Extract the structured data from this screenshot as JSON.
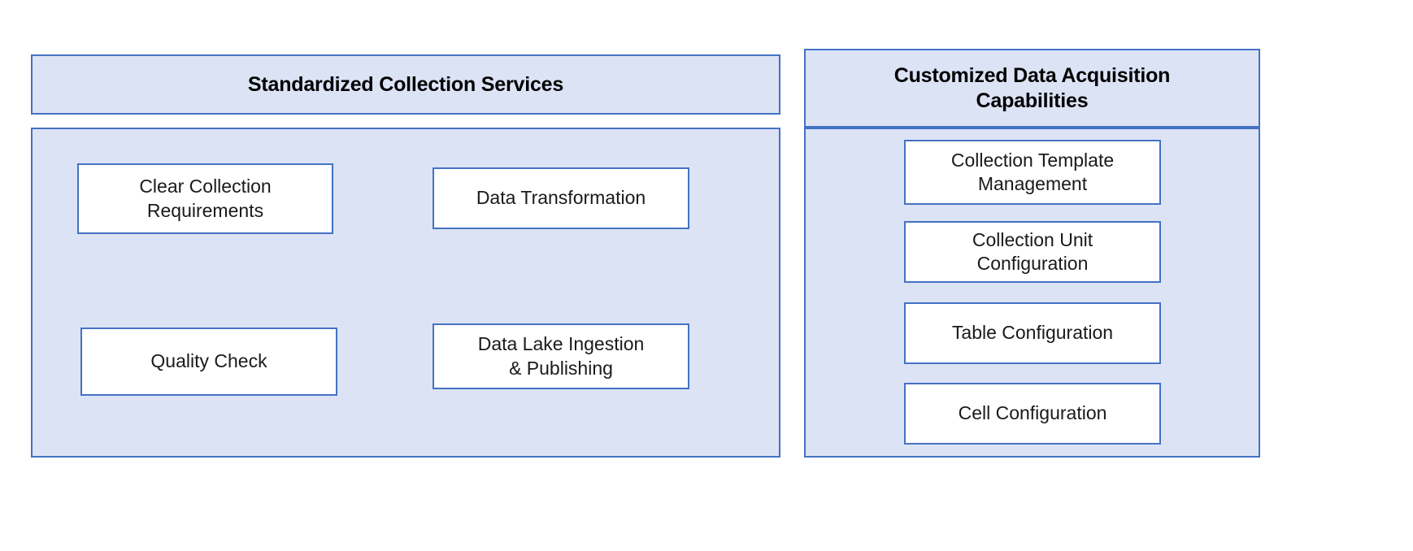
{
  "diagram": {
    "type": "two-column-grouped-box-diagram",
    "background_color": "#ffffff",
    "panel_fill_color": "#dce3f5",
    "panel_border_color": "#4472c4",
    "node_fill_color": "#ffffff",
    "node_border_color": "#4472c4",
    "columns": [
      {
        "id": "standardized-collection-services",
        "header": "Standardized Collection Services",
        "layout": "2x2-grid",
        "nodes": [
          {
            "id": "clear-collection-requirements",
            "label": "Clear Collection\nRequirements"
          },
          {
            "id": "data-transformation",
            "label": "Data Transformation"
          },
          {
            "id": "quality-check",
            "label": "Quality Check"
          },
          {
            "id": "data-lake-ingestion-publishing",
            "label": "Data Lake Ingestion\n& Publishing"
          }
        ]
      },
      {
        "id": "customized-data-acquisition-capabilities",
        "header": "Customized Data Acquisition\nCapabilities",
        "layout": "vertical-stack",
        "nodes": [
          {
            "id": "collection-template-management",
            "label": "Collection Template\nManagement"
          },
          {
            "id": "collection-unit-configuration",
            "label": "Collection Unit\nConfiguration"
          },
          {
            "id": "table-configuration",
            "label": "Table Configuration"
          },
          {
            "id": "cell-configuration",
            "label": "Cell Configuration"
          }
        ]
      }
    ]
  }
}
